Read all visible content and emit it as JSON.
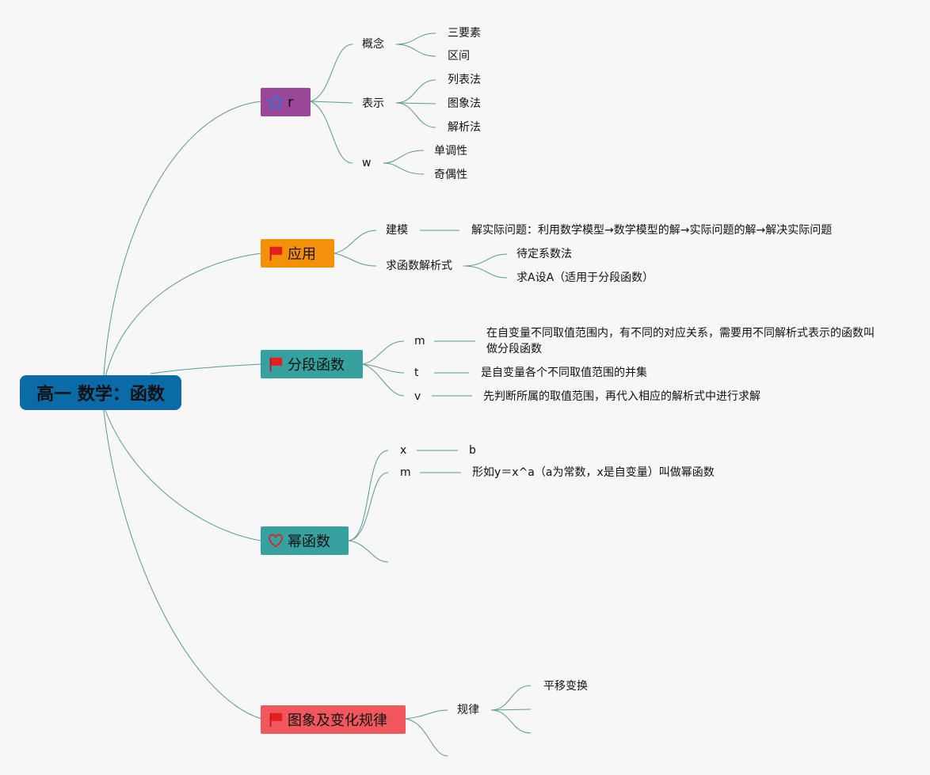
{
  "central": "高一 数学：函数",
  "topics": {
    "r": {
      "label": "r",
      "icon": "star-icon",
      "children": {
        "concept": "概念",
        "concept_items": [
          "三要素",
          "区间"
        ],
        "represent": "表示",
        "represent_items": [
          "列表法",
          "图象法",
          "解析法"
        ],
        "w": "w",
        "w_items": [
          "单调性",
          "奇偶性"
        ]
      }
    },
    "application": {
      "label": "应用",
      "icon": "flag-icon",
      "modeling": "建模",
      "modeling_note": "解实际问题：利用数学模型→数学模型的解→实际问题的解→解决实际问题",
      "solve": "求函数解析式",
      "solve_items": [
        "待定系数法",
        "求A设A（适用于分段函数）"
      ]
    },
    "piecewise": {
      "label": "分段函数",
      "icon": "flag-icon",
      "m": "m",
      "m_note_1": "在自变量不同取值范围内，有不同的对应关系，需要用不同解析式表示的函数叫",
      "m_note_2": "做分段函数",
      "t": "t",
      "t_note": "是自变量各个不同取值范围的并集",
      "v": "v",
      "v_note": "先判断所属的取值范围，再代入相应的解析式中进行求解"
    },
    "power": {
      "label": "幂函数",
      "icon": "heart-icon",
      "x": "x",
      "x_note": "b",
      "m": "m",
      "m_note": "形如y＝x^a（a为常数，x是自变量）叫做幂函数"
    },
    "graph": {
      "label": "图象及变化规律",
      "icon": "flag-icon",
      "rule": "规律",
      "rule_items": [
        "平移变换"
      ]
    }
  },
  "colors": {
    "central": "#0a6ba6",
    "r": "#9b4797",
    "application": "#f5900b",
    "piecewise": "#36a19e",
    "power": "#36a19e",
    "graph": "#f0585e",
    "line": "#5a9a90"
  }
}
